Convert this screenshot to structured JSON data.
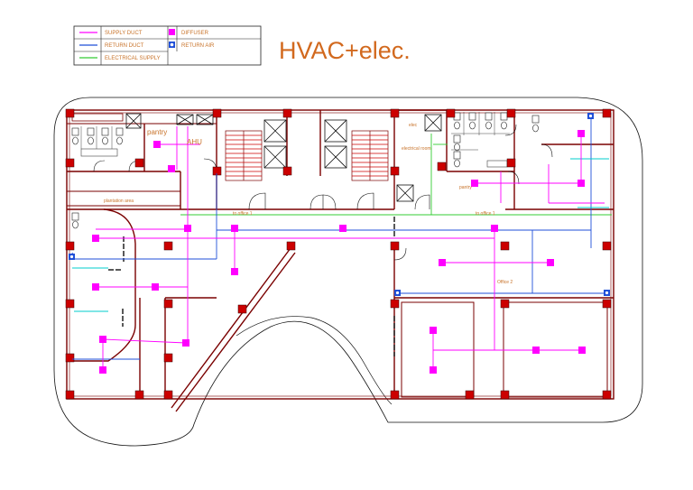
{
  "title": "HVAC+elec.",
  "legend": {
    "supply_duct": "SUPPLY DUCT",
    "return_duct": "RETURN DUCT",
    "electrical_supply": "ELECTRICAL SUPPLY",
    "diffuser": "DIFFUSER",
    "return_air": "RETURN AIR"
  },
  "rooms": {
    "pantry_left": "pantry",
    "ahu": "AHU",
    "plantation_area": "plantation area",
    "elec": "elec",
    "electrical_room": "electrical room",
    "pantry_right": "pantry",
    "office2": "Office 2",
    "to_office1_left": "to office 1",
    "to_office1_right": "to office 1"
  },
  "colors": {
    "supply_duct": "#ff00ff",
    "return_duct": "#1f4fd8",
    "electrical_supply": "#33cc33",
    "diffuser": "#ff00ff",
    "return_air": "#1f4fd8",
    "column": "#cc0000",
    "wall": "#7a0000",
    "label": "#c8732a"
  },
  "icons": [
    "diffuser-icon",
    "return-air-icon",
    "column-icon",
    "elevator-icon",
    "staircase-icon",
    "toilet-icon",
    "door-icon"
  ]
}
